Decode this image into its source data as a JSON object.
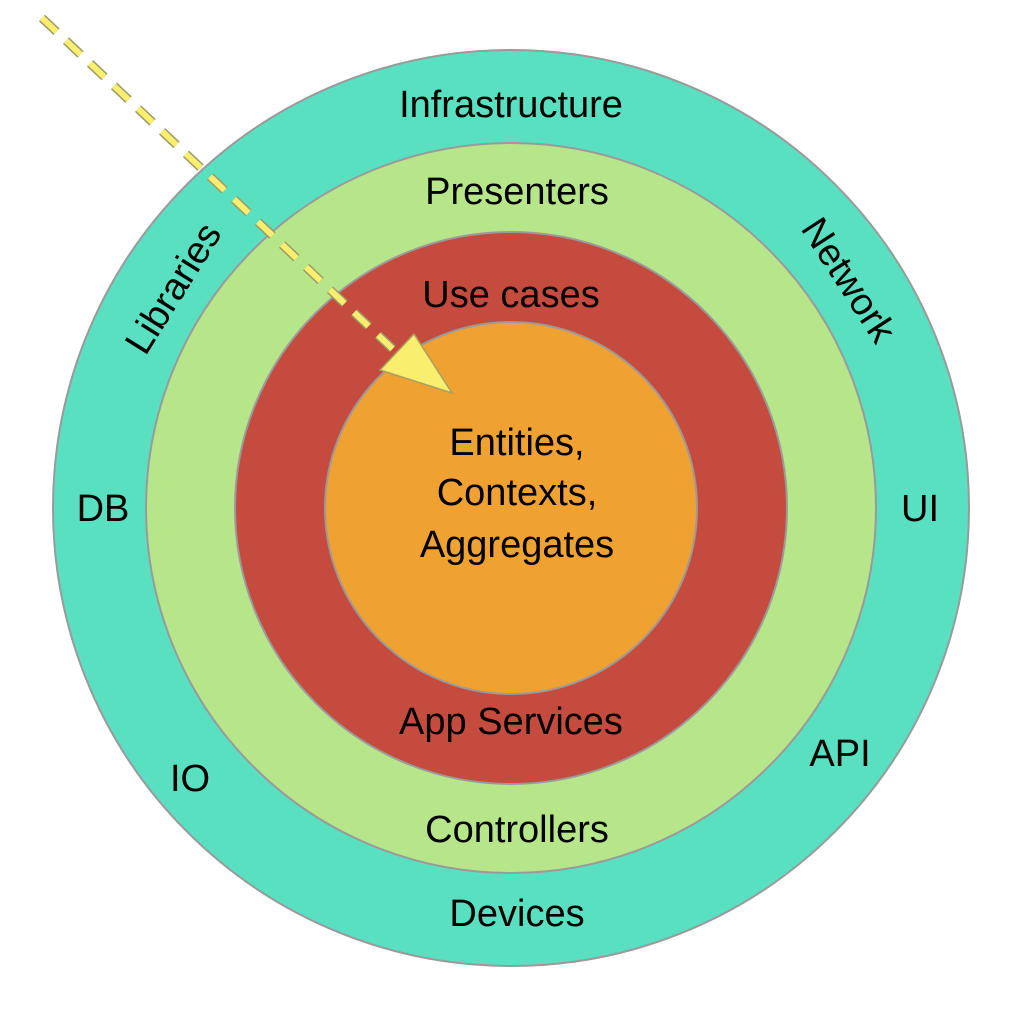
{
  "colors": {
    "infrastructure": "#58e0c1",
    "interface_adapters": "#b7e58a",
    "application": "#c54b3f",
    "domain": "#efa232",
    "ring_stroke": "#9a9a9a",
    "arrow": "#f9ee6e"
  },
  "rings": {
    "outer": {
      "title": "Infrastructure",
      "bottom": "Devices",
      "libraries": "Libraries",
      "network": "Network",
      "db": "DB",
      "ui": "UI",
      "io": "IO",
      "api": "API"
    },
    "adapters": {
      "top": "Presenters",
      "bottom": "Controllers"
    },
    "application": {
      "top": "Use cases",
      "bottom": "App Services"
    },
    "core": {
      "lines": [
        "Entities,",
        "Contexts,",
        "Aggregates"
      ]
    }
  }
}
